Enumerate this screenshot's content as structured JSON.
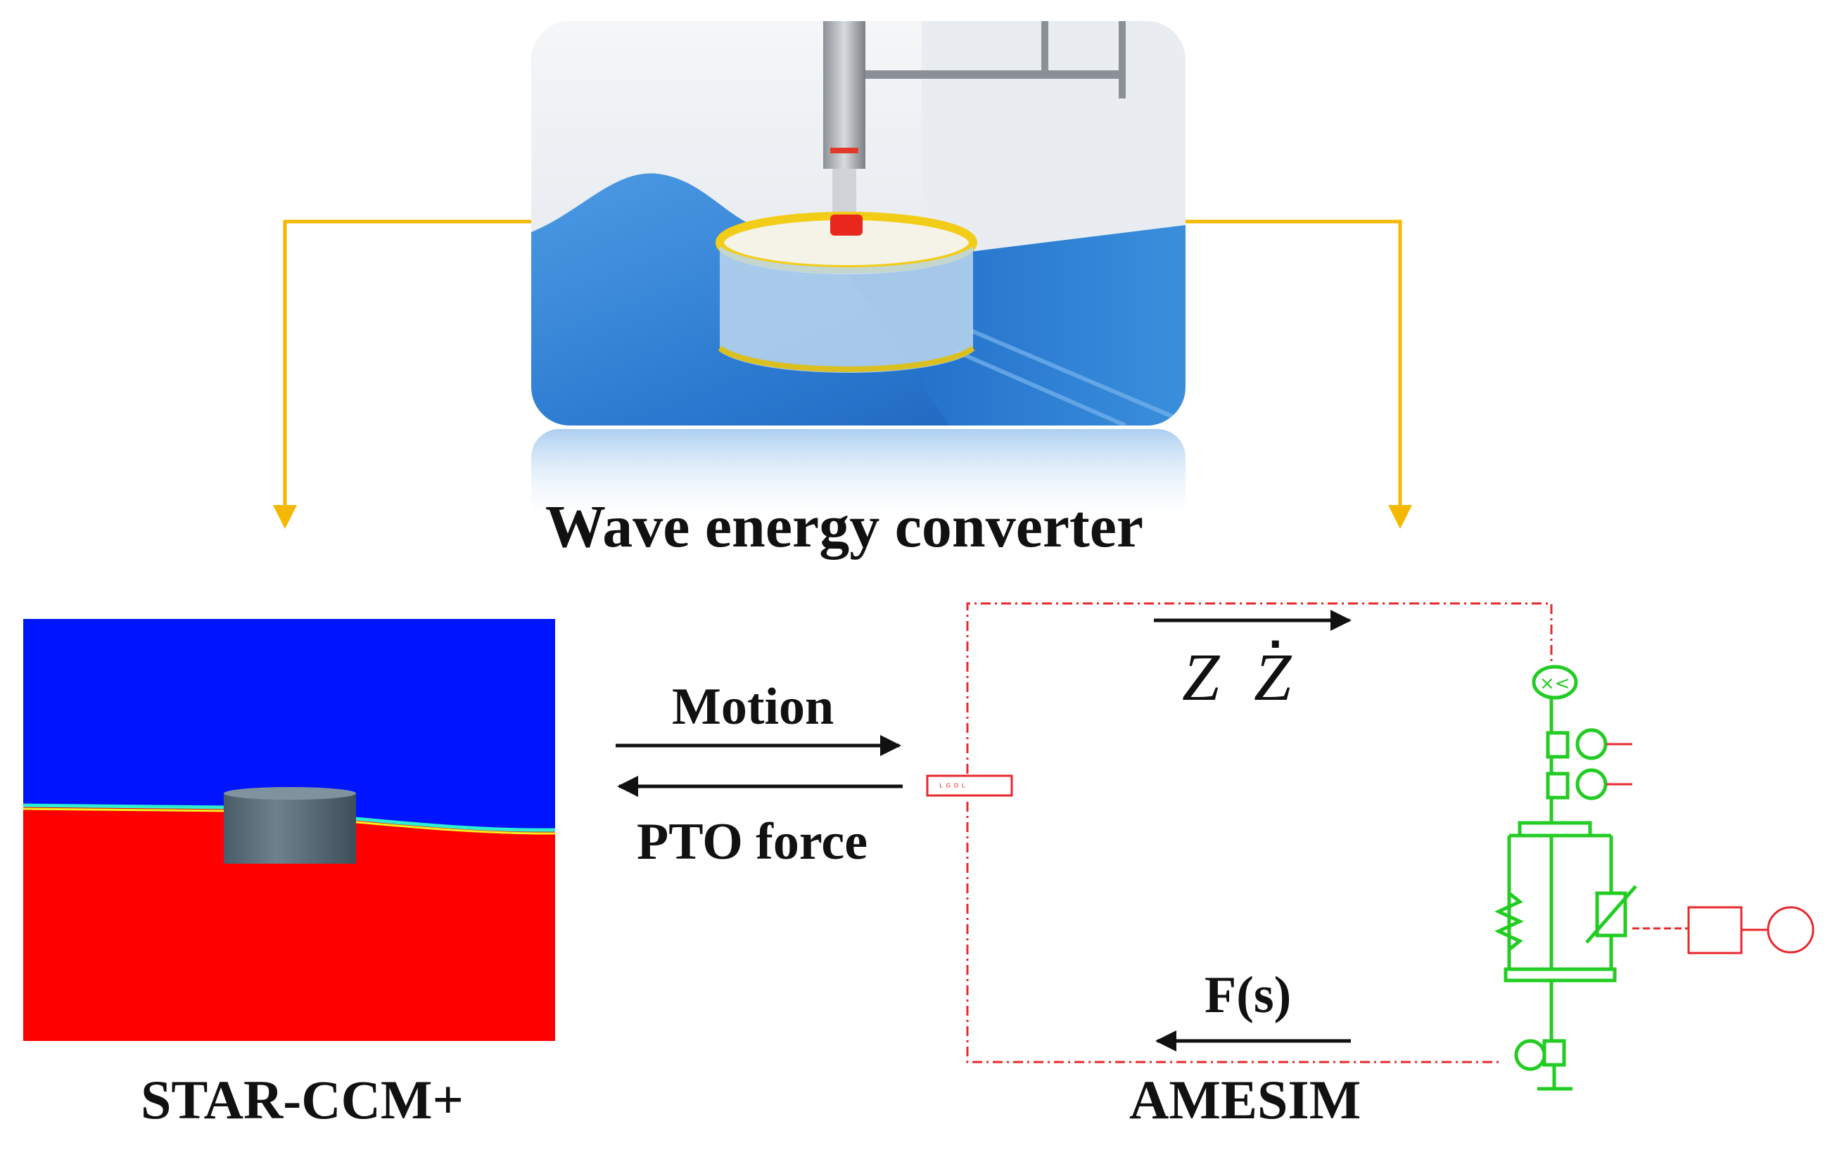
{
  "title": "Wave energy converter",
  "left_panel": {
    "label": "STAR-CCM+"
  },
  "right_panel": {
    "label": "AMESIM"
  },
  "exchange": {
    "motion_label": "Motion",
    "pto_label": "PTO force"
  },
  "amesim_signals": {
    "position_symbol": "Z",
    "velocity_symbol": "Z",
    "velocity_dot": "·",
    "force_label": "F(s)"
  },
  "colors": {
    "connector": "#F5B800",
    "water_blue": "#0015FF",
    "water_red": "#FF0000",
    "amesim_green": "#22CC22",
    "amesim_red": "#E8282B",
    "float": "#5F7280"
  },
  "icons": [
    "down-arrow-icon",
    "right-arrow-icon",
    "left-arrow-icon",
    "spring-icon",
    "damper-icon",
    "sensor-icon",
    "ground-icon"
  ]
}
